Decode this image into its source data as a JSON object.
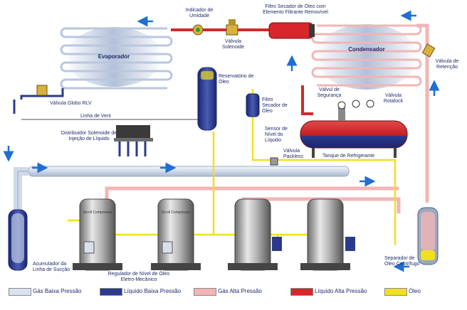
{
  "labels": {
    "indicador_umidade": "Indicador de Umidade",
    "filtro_secador_oleo": "Filtro Secador de Óleo com Elemento Filtrante Removível",
    "evaporador": "Evaporador",
    "valvula_solenoide": "Válvula Solenoide",
    "condensador": "Condensador",
    "valvula_retencao": "Válvula de Retenção",
    "reservatorio_oleo": "Reservatório de Óleo",
    "valvula_globo": "Válvula Globo RLV",
    "linha_vent": "Linha de Vent",
    "valvula_seguranca": "Válvul de Segurança",
    "valvula_rotalock": "Válvula Rotalock",
    "filtro_secador": "Filtro Secador de Óleo",
    "sensor_nivel": "Sensor de Nível do Líquido",
    "distribuidor": "Distribuidor Solenoide de Injeção de Líquido",
    "valvula_packless": "Válvula Packless",
    "tanque": "Tanque de Refrigerante",
    "acumulador": "Acumulador da Linha de Sucção",
    "regulador": "Regulador de Nível de Óleo Eletro-Mecânico",
    "separador": "Separador de Óleo Centrífugo",
    "compressor_brand": "Scroll Compressor"
  },
  "legend": [
    {
      "label": "Gás Baixa Pressão",
      "color": "#d9e3f0"
    },
    {
      "label": "Líquido Baixa Pressão",
      "color": "#2b3a8c"
    },
    {
      "label": "Gás Alta Pressão",
      "color": "#f2b5b5"
    },
    {
      "label": "Líquido Alta Pressão",
      "color": "#d8262a"
    },
    {
      "label": "Óleo",
      "color": "#f0e020"
    }
  ],
  "colors": {
    "gas_low": "#d9e3f0",
    "liquid_low": "#2b3a8c",
    "gas_high": "#f2b5b5",
    "liquid_high": "#d8262a",
    "oil": "#f0e020",
    "arrow": "#1f6fd0",
    "text": "#1f2a6b"
  }
}
